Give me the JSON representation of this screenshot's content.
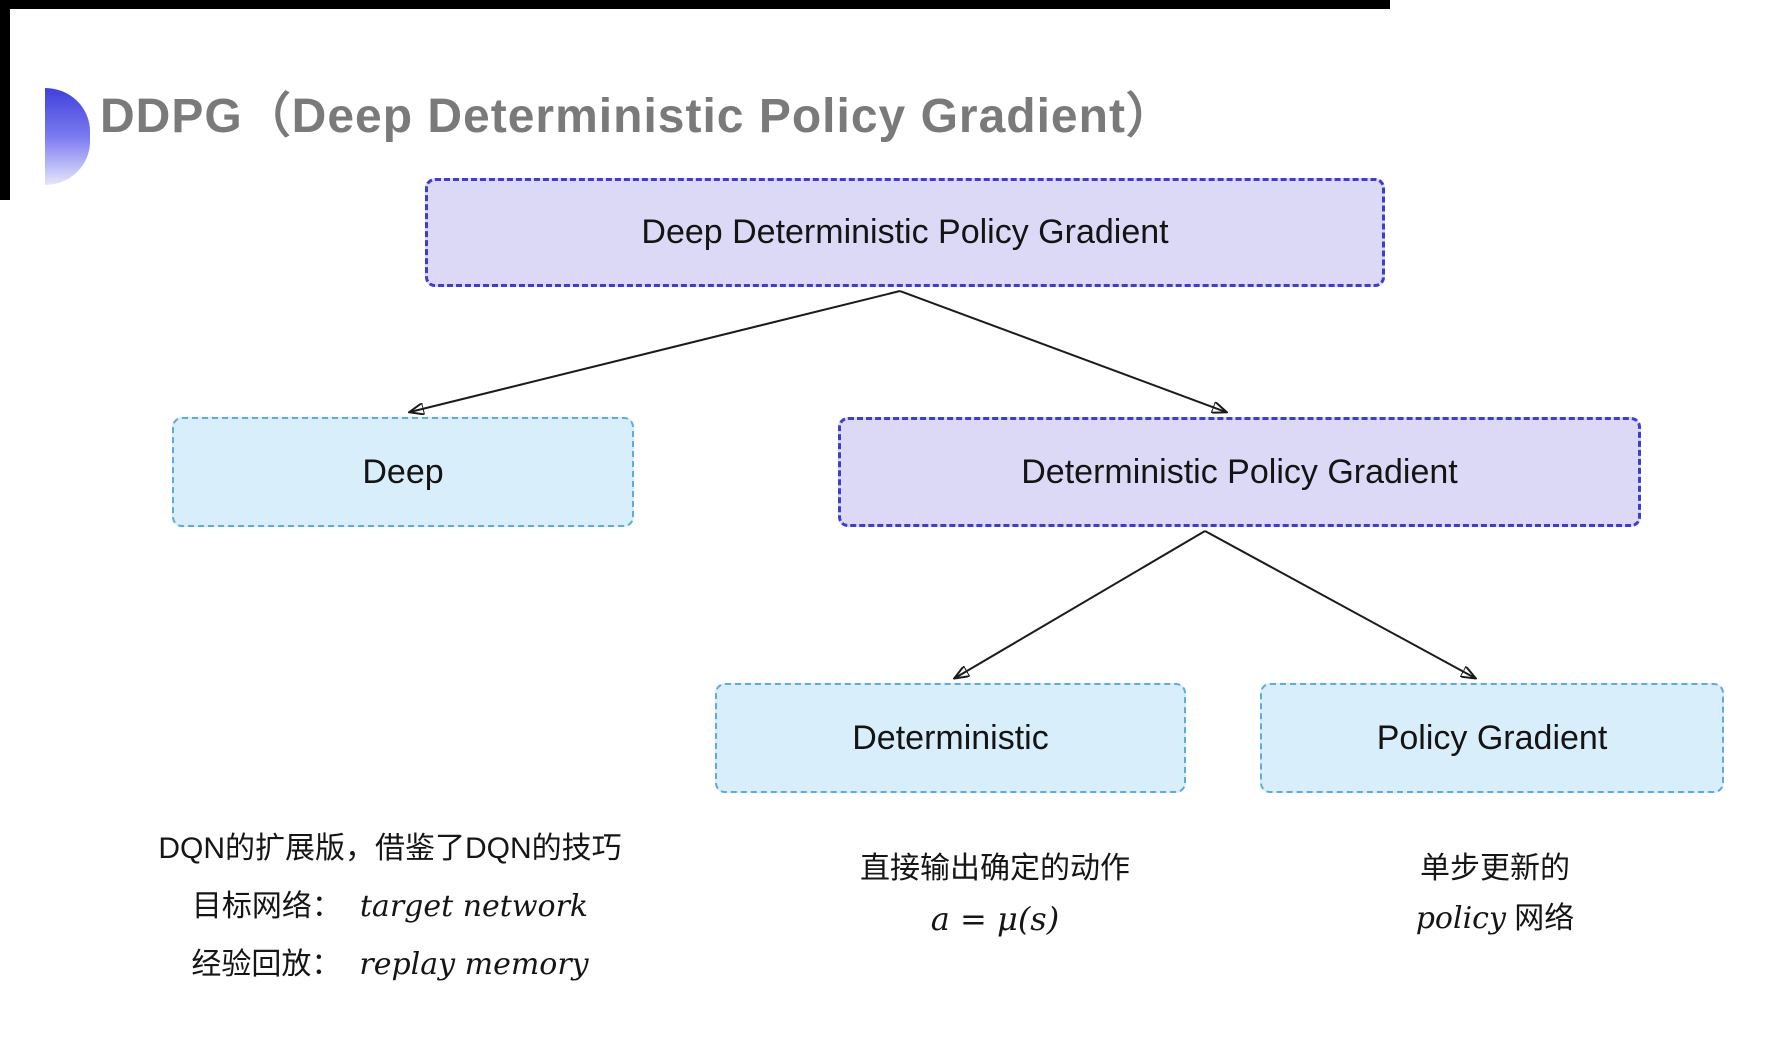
{
  "slide": {
    "title": "DDPG（Deep Deterministic Policy Gradient）"
  },
  "diagram": {
    "nodes": [
      {
        "id": "ddpg",
        "label": "Deep Deterministic Policy Gradient",
        "variant": "purple"
      },
      {
        "id": "deep",
        "label": "Deep",
        "variant": "cyan"
      },
      {
        "id": "dpg",
        "label": "Deterministic Policy Gradient",
        "variant": "purple"
      },
      {
        "id": "deterministic",
        "label": "Deterministic",
        "variant": "cyan"
      },
      {
        "id": "policy-gradient",
        "label": "Policy Gradient",
        "variant": "cyan"
      }
    ],
    "edges": [
      {
        "from": "ddpg",
        "to": "deep"
      },
      {
        "from": "ddpg",
        "to": "dpg"
      },
      {
        "from": "dpg",
        "to": "deterministic"
      },
      {
        "from": "dpg",
        "to": "policy-gradient"
      }
    ]
  },
  "notes": {
    "dqn": {
      "line1": "DQN的扩展版，借鉴了DQN的技巧",
      "target_label": "目标网络：",
      "target_term": "target network",
      "replay_label": "经验回放：",
      "replay_term": "replay memory"
    },
    "deterministic": {
      "line1": "直接输出确定的动作",
      "formula": "a = μ(s)"
    },
    "policy": {
      "line1": "单步更新的",
      "term": "policy",
      "suffix": " 网络"
    }
  },
  "colors": {
    "purple_fill": "#dcd9f6",
    "purple_border": "#3e3ecb",
    "cyan_fill": "#d9eefb",
    "cyan_border": "#5fabdd",
    "title_gray": "#7a7a7a",
    "accent_blue": "#4040dd",
    "arrow": "#1b1b1b",
    "frame_black": "#000000"
  }
}
